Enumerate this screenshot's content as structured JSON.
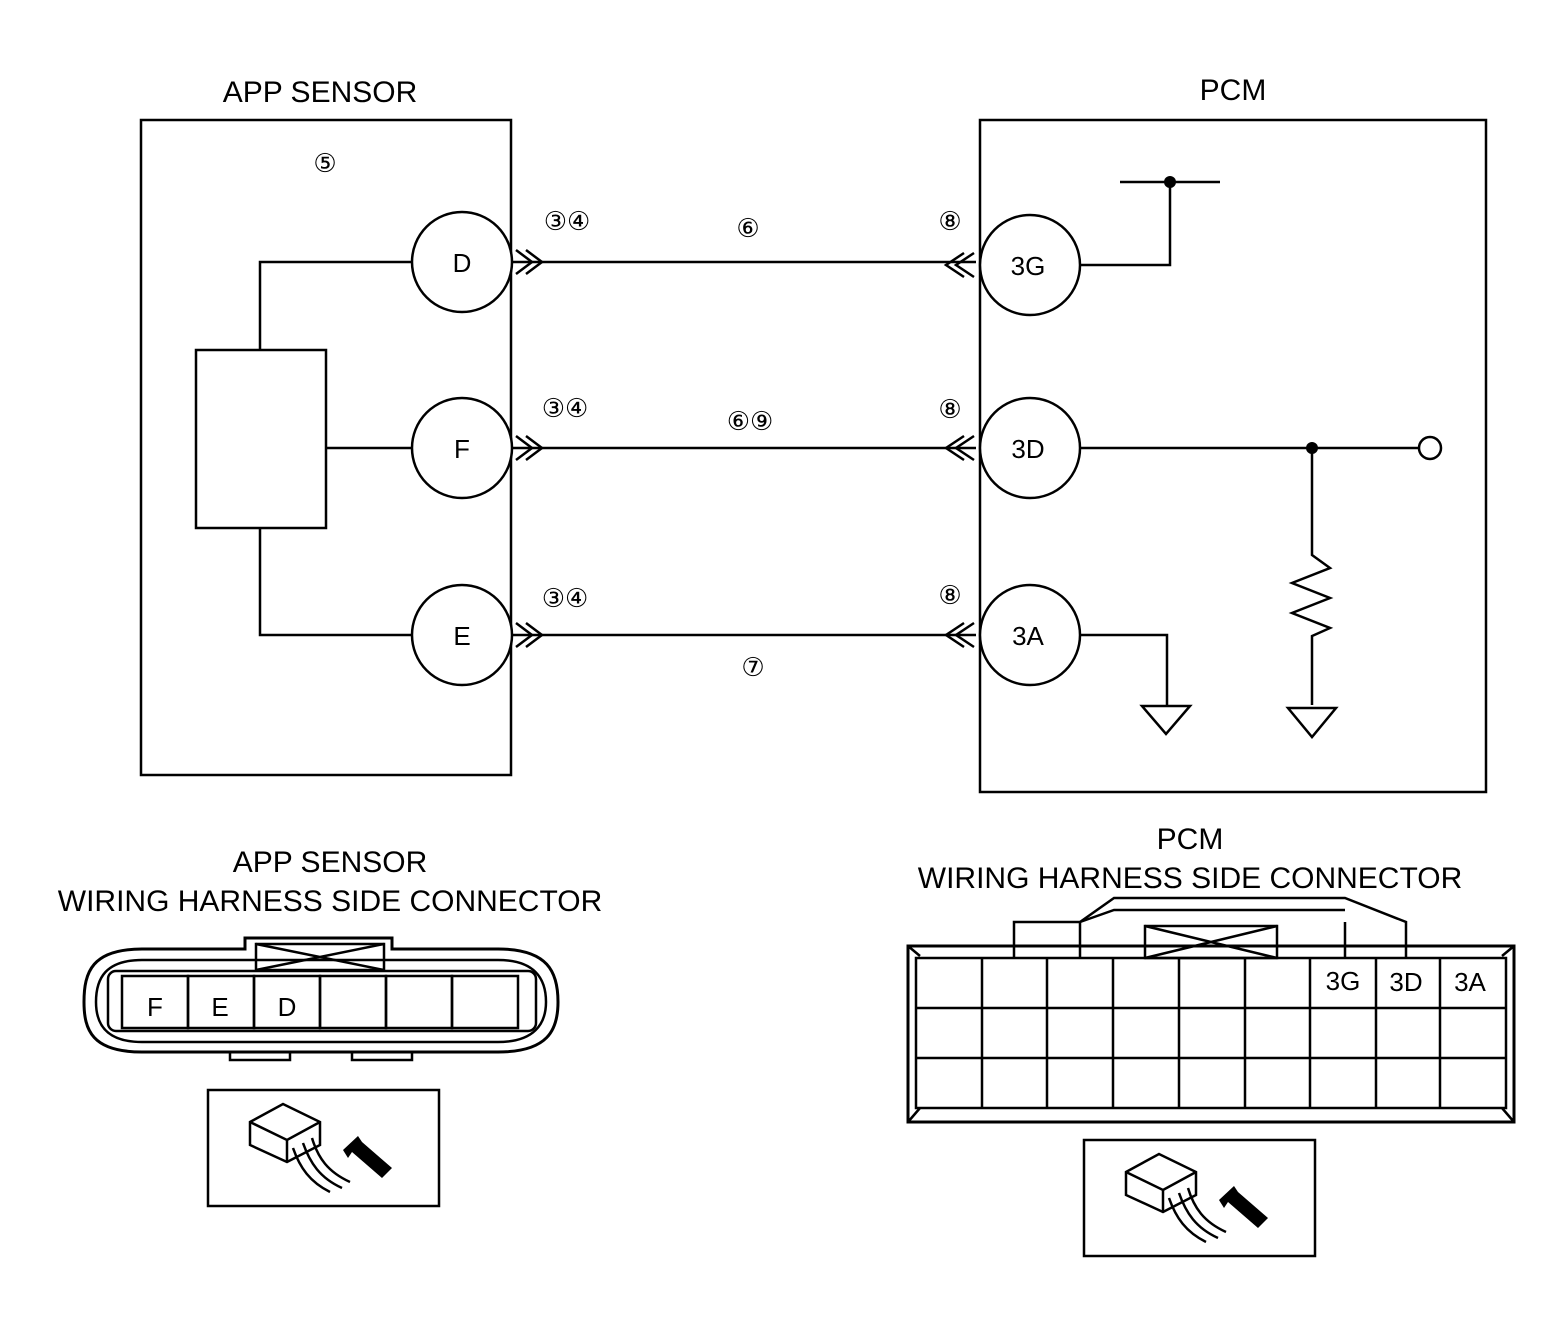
{
  "app_sensor": {
    "title": "APP SENSOR",
    "label_no": "⑤",
    "pins": {
      "d": "D",
      "f": "F",
      "e": "E"
    }
  },
  "pcm": {
    "title": "PCM",
    "pins": {
      "g": "3G",
      "d": "3D",
      "a": "3A"
    }
  },
  "wire_labels": {
    "app_d": "③④",
    "app_f": "③④",
    "app_e": "③④",
    "mid_d": "⑥",
    "mid_f": "⑥⑨",
    "mid_e": "⑦",
    "pcm_g": "⑧",
    "pcm_d": "⑧",
    "pcm_a": "⑧"
  },
  "app_connector": {
    "title_line1": "APP SENSOR",
    "title_line2": "WIRING HARNESS SIDE CONNECTOR",
    "cells": [
      "F",
      "E",
      "D",
      "",
      "",
      ""
    ]
  },
  "pcm_connector": {
    "title_line1": "PCM",
    "title_line2": "WIRING HARNESS SIDE CONNECTOR",
    "row1": [
      "",
      "",
      "",
      "",
      "",
      "",
      "3G",
      "3D",
      "3A"
    ]
  }
}
